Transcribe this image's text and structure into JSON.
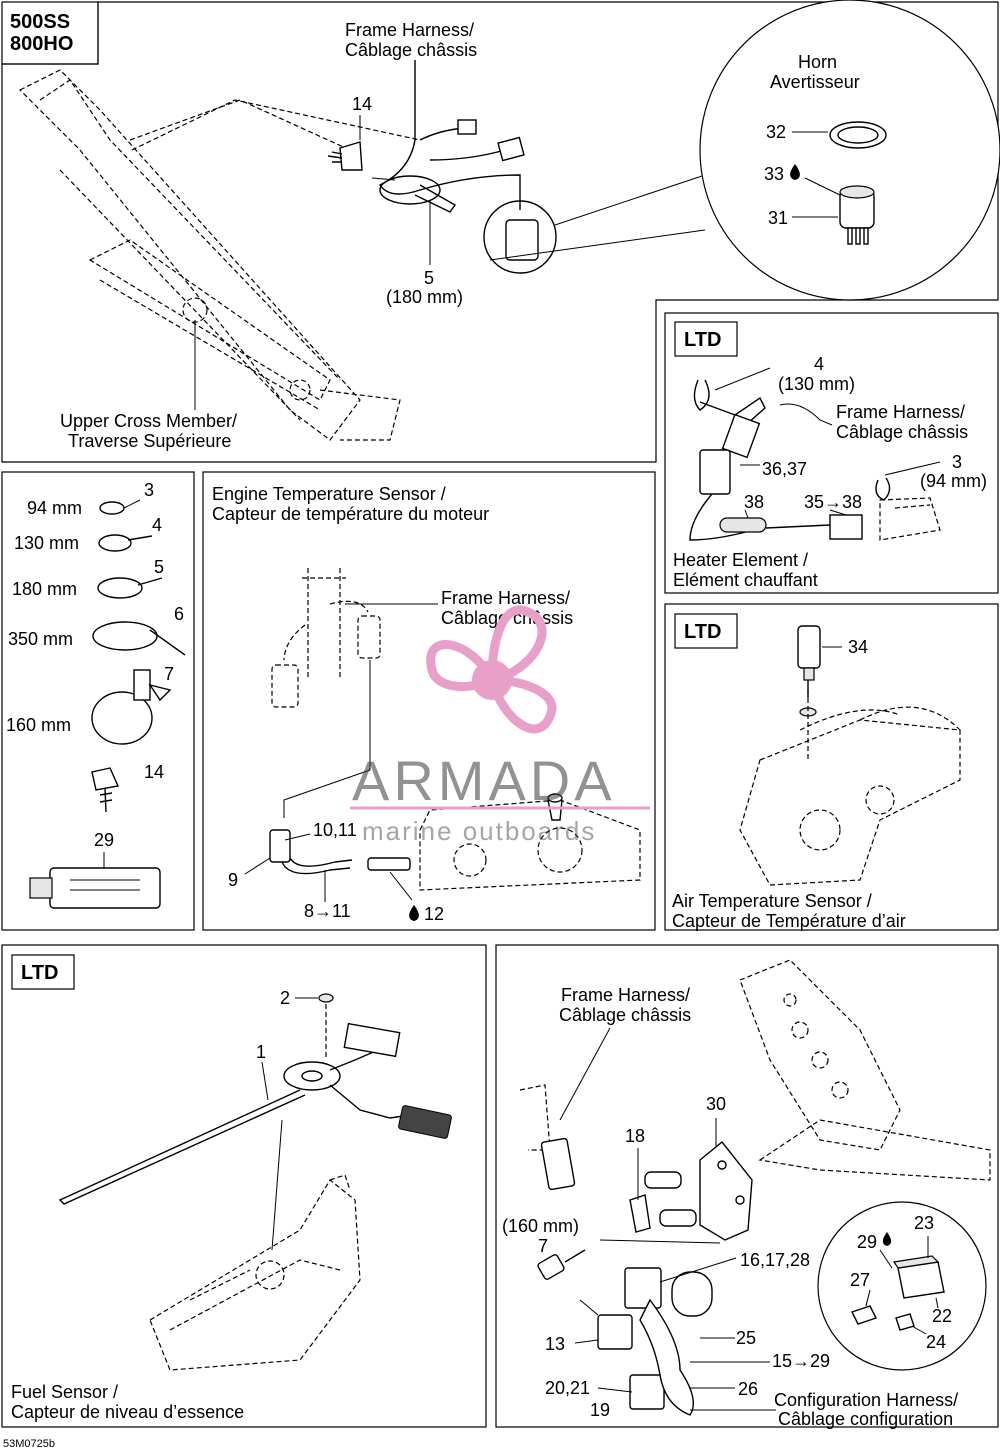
{
  "model_badge": {
    "line1": "500SS",
    "line2": "800HO"
  },
  "frame": {
    "harness_en": "Frame Harness/",
    "harness_fr": "Câblage châssis",
    "callout_14": "14",
    "callout_5": "5",
    "callout_5_len": "(180 mm)",
    "cross_en": "Upper Cross Member/",
    "cross_fr": "Traverse Supérieure"
  },
  "horn": {
    "title_en": "Horn",
    "title_fr": "Avertisseur",
    "c32": "32",
    "c33": "33",
    "c31": "31"
  },
  "heater": {
    "badge": "LTD",
    "c4": "4",
    "c4_len": "(130 mm)",
    "harness_en": "Frame Harness/",
    "harness_fr": "Câblage châssis",
    "c3": "3",
    "c3_len": "(94 mm)",
    "c3637": "36,37",
    "c38": "38",
    "c3538": "35→38",
    "title_en": "Heater Element /",
    "title_fr": "Elément chauffant"
  },
  "ties": {
    "items": [
      {
        "len": "94 mm",
        "num": "3"
      },
      {
        "len": "130 mm",
        "num": "4"
      },
      {
        "len": "180 mm",
        "num": "5"
      },
      {
        "len": "350 mm",
        "num": "6"
      },
      {
        "len": "160 mm",
        "num": "7"
      }
    ],
    "c14": "14",
    "c29": "29"
  },
  "engine": {
    "title_en": "Engine Temperature Sensor /",
    "title_fr": "Capteur de température du moteur",
    "harness_en": "Frame Harness/",
    "harness_fr": "Câblage châssis",
    "c1011": "10,11",
    "c9": "9",
    "c811": "8→11",
    "c12": "12"
  },
  "air": {
    "badge": "LTD",
    "c34": "34",
    "title_en": "Air Temperature Sensor /",
    "title_fr": "Capteur de Température d’air"
  },
  "fuel": {
    "badge": "LTD",
    "c2": "2",
    "c1": "1",
    "title_en": "Fuel Sensor /",
    "title_fr": "Capteur de niveau d’essence"
  },
  "config": {
    "harness_en": "Frame Harness/",
    "harness_fr": "Câblage châssis",
    "c30": "30",
    "c18": "18",
    "c7_len": "(160 mm)",
    "c7": "7",
    "c161728": "16,17,28",
    "c13": "13",
    "c25": "25",
    "c1529": "15→29",
    "c2021": "20,21",
    "c19": "19",
    "c26": "26",
    "c29": "29",
    "c23": "23",
    "c27": "27",
    "c22": "22",
    "c24": "24",
    "title_en": "Configuration Harness/",
    "title_fr": "Câblage configuration"
  },
  "watermark": {
    "brand": "ARMADA",
    "tagline": "marine outboards",
    "color": "#e8a0c8"
  },
  "doc_code": "53M0725b"
}
